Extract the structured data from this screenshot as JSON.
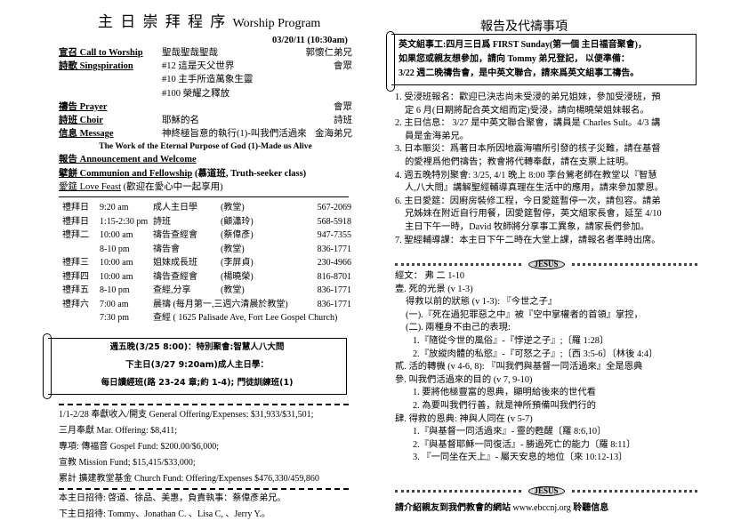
{
  "program": {
    "title_zh": "主 日 崇 拜 程 序",
    "title_en": "Worship Program",
    "date": "03/20/11 (10:30am)",
    "items": [
      {
        "label": "宣召 Call to Worship",
        "content": "聖哉聖哉聖哉",
        "person": "郭懷仁弟兄"
      },
      {
        "label": "詩歌 Singspiration",
        "content": "#12 這是天父世界",
        "person": "會眾"
      },
      {
        "label": "",
        "content": "#10 主手所造萬象生靈",
        "person": ""
      },
      {
        "label": "",
        "content": "#100 榮耀之釋放",
        "person": ""
      },
      {
        "label": "禱告 Prayer",
        "content": "",
        "person": "會眾"
      },
      {
        "label": "詩班 Choir",
        "content": "耶穌的名",
        "person": "詩班"
      },
      {
        "label": "信息 Message",
        "content": "神終極旨意的執行(1)-叫我們活過來",
        "person": "金海弟兄"
      }
    ],
    "message_en": "The Work of the Eternal Purpose of God (1)-Made us Alive",
    "announcement": "報告 Announcement  and Welcome",
    "communion": "擘餅 Communion and Fellowship",
    "communion_note": "(慕道班, Truth-seeker class)",
    "love_feast": "愛筵 Love Feast",
    "love_feast_note": "(歡迎在愛心中一起享用)"
  },
  "schedule": [
    {
      "day": "禮拜日",
      "time": "9:20  am",
      "event": "成人主日學",
      "place": "(教堂)",
      "phone": "567-2069"
    },
    {
      "day": "禮拜日",
      "time": "1:15-2:30 pm",
      "event": "詩班",
      "place": "(顧瀟玲)",
      "phone": "568-5918"
    },
    {
      "day": "禮拜二",
      "time": "10:00 am",
      "event": "禱告查經會",
      "place": "(蔡偉彥)",
      "phone": "947-7355"
    },
    {
      "day": "",
      "time": "8-10 pm",
      "event": "禱告會",
      "place": "(教堂)",
      "phone": "836-1771"
    },
    {
      "day": "禮拜三",
      "time": "10:00 am",
      "event": "姐妹成長班",
      "place": "(李屏貞)",
      "phone": "230-4966"
    },
    {
      "day": "禮拜四",
      "time": "10:00 am",
      "event": "禱告查經會",
      "place": "(楊曉榮)",
      "phone": "816-8701"
    },
    {
      "day": "禮拜五",
      "time": "8-10 pm",
      "event": "查經,分享",
      "place": "(教堂)",
      "phone": "836-1771"
    },
    {
      "day": "禮拜六",
      "time": "7:00 am",
      "event": "晨禱 (每月第一,三週六清晨於教堂)",
      "place": "",
      "phone": "836-1771"
    },
    {
      "day": "",
      "time": "7:30 pm",
      "event": "查經 ( 1625 Palisade Ave, Fort Lee Gospel  Church)",
      "place": "",
      "phone": ""
    }
  ],
  "notice_box": [
    "週五晚(3/25 8:00)：特別聚會:智慧人八大問",
    "下主日(3/27 9:20am)成人主日學：",
    "每日讀經班(路 23-24 章;約 1-4); 門徒訓練班(1)"
  ],
  "finance": [
    "1/1-2/28 奉獻收入/開支 General Offering/Expenses: $31,933/$31,501;",
    "三月奉獻  Mar. Offering: $8,411;",
    "專項: 傳福音 Gospel Fund: $200.00/$6,000;",
    "宣教 Mission Fund; $15,415/$33,000;",
    "累計 擴建教堂基金 Church Fund: Offering/Expenses $476,330/459,860"
  ],
  "hosts": [
    "本主日招待: 啓道、徐品、美惠，負責執事：蔡偉彥弟兄。",
    "下主日招待: Tommy、Jonathan C. 、Lisa C, 、Jerry Y.。"
  ],
  "announcements": {
    "title": "報告及代禱事項",
    "box": [
      "英文組事工:四月三日爲 FIRST Sunday(第一個  主日福音聚會)，",
      "如果您或親友想參加，請向 Tommy 弟兄登記，  以便準備：",
      "3/22 週二晚禱告會，是中英文聯合，請來爲英文組事工禱告。"
    ],
    "lines": [
      "1. 受浸班報名：歡迎已決志尚未受浸的弟兄姐妹，參加受浸班，預",
      "定 6 月(日期將配合英文組而定)受浸，請向楊曉榮姐妹報名。",
      "2. 主日信息： 3/27 是中英文聯合聚會，講員是 Charles Sult。4/3 講",
      "員是金海弟兄。",
      "3. 日本賑災：爲著日本所因地震海嘯所引發的核子災難，請在基督",
      "的愛裡爲他們禱告；教會將代轉奉獻，請在支票上註明。",
      "4. 週五晚特別聚會: 3/25, 4/1 晚上 8:00 李台鶯老師在教堂以『智慧",
      "人,八大問』講解聖經輔導真理在生活中的應用，請來參加蒙恩。",
      "6. 主日愛筵：因廚房裝修工程，今日愛筵暫停一次，請包容。請弟",
      "兄姊妹在附近自行用餐，因愛筵暫停，英文組家長會，延至 4/10",
      "主日下午一時，David 牧師將分享事工異象，請家長們參加。",
      "7. 聖經輔導課：本主日下午二時在大堂上課，請報名者準時出席。"
    ]
  },
  "fish_label": "JESUS",
  "sermon": [
    "經文： 弗 二 1-10",
    "壹. 死的光景 (v 1-3)",
    "得救以前的狀態 (v 1-3): 『今世之子』",
    "(一).『死在過犯罪惡之中』被『空中掌權者的首領』掌控，",
    "(二). 兩種身不由己的表現:",
    "1.『隨從今世的風俗』-『悖逆之子』;〔羅 1:28〕",
    "2.『放縱肉體的私慾』-『可怒之子』;〔西 3:5-6〕〔林後 4:4〕",
    "貳. 活的轉機 (v 4-6, 8): 『叫我們與基督一同活過來』全是恩典",
    "參. 叫我們活過來的目的 (v 7, 9-10)",
    "1. 要將他極豐富的恩典，顯明給後來的世代看",
    "2. 為要叫我們行善，就是神所預備叫我們行的",
    "肆. 得救的恩典: 神與人同在 (v 5-7)",
    "1.『與基督一同活過來』- 靈的甦醒〔羅 8:6,10〕",
    "2.『與基督耶穌一同復活』- 勝過死亡的能力〔羅 8:11〕",
    "3. 『一同坐在天上』- 屬天安息的地位〔來 10:12-13〕"
  ],
  "website": {
    "prefix": "請介紹親友到我們教會的網站",
    "url": "www.ebccnj.org",
    "suffix": "聆聽信息"
  }
}
